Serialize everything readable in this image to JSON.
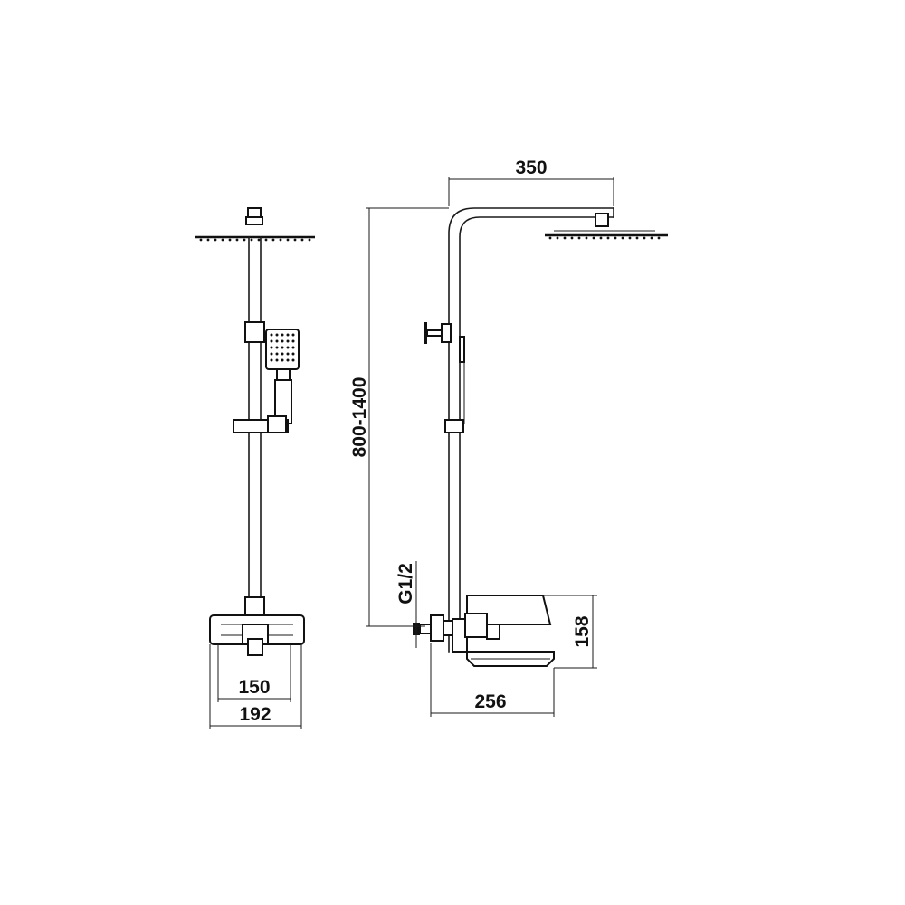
{
  "drawing": {
    "views": [
      "front-view",
      "side-view"
    ],
    "dimensions": {
      "front_inner_width": "150",
      "front_outer_width": "192",
      "arm_reach": "350",
      "height_range": "800-1400",
      "inlet_thread": "G1/2",
      "mixer_height": "158",
      "mixer_projection": "256"
    },
    "colors": {
      "line": "#111111",
      "background": "#ffffff"
    }
  }
}
